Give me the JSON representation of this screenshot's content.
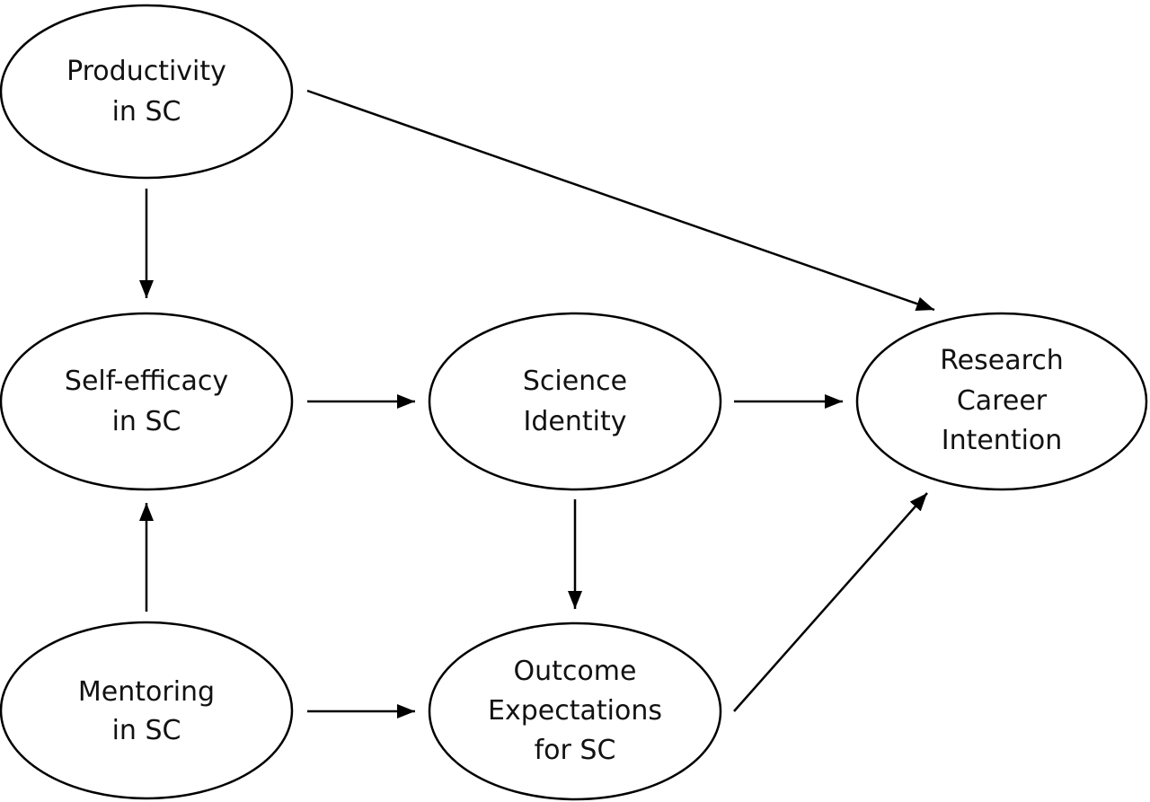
{
  "nodes": {
    "productivity": {
      "lines": [
        "Productivity",
        "in SC"
      ]
    },
    "self_efficacy": {
      "lines": [
        "Self-efficacy",
        "in SC"
      ]
    },
    "mentoring": {
      "lines": [
        "Mentoring",
        "in SC"
      ]
    },
    "science_identity": {
      "lines": [
        "Science",
        "Identity"
      ]
    },
    "outcome_expectations": {
      "lines": [
        "Outcome",
        "Expectations",
        "for SC"
      ]
    },
    "research_career": {
      "lines": [
        "Research",
        "Career",
        "Intention"
      ]
    }
  },
  "edges": [
    {
      "from": "productivity",
      "to": "self_efficacy"
    },
    {
      "from": "productivity",
      "to": "research_career"
    },
    {
      "from": "mentoring",
      "to": "self_efficacy"
    },
    {
      "from": "self_efficacy",
      "to": "science_identity"
    },
    {
      "from": "science_identity",
      "to": "research_career"
    },
    {
      "from": "science_identity",
      "to": "outcome_expectations"
    },
    {
      "from": "mentoring",
      "to": "outcome_expectations"
    },
    {
      "from": "outcome_expectations",
      "to": "research_career"
    }
  ],
  "colors": {
    "stroke": "#000000",
    "text": "#111111",
    "background": "#ffffff"
  }
}
